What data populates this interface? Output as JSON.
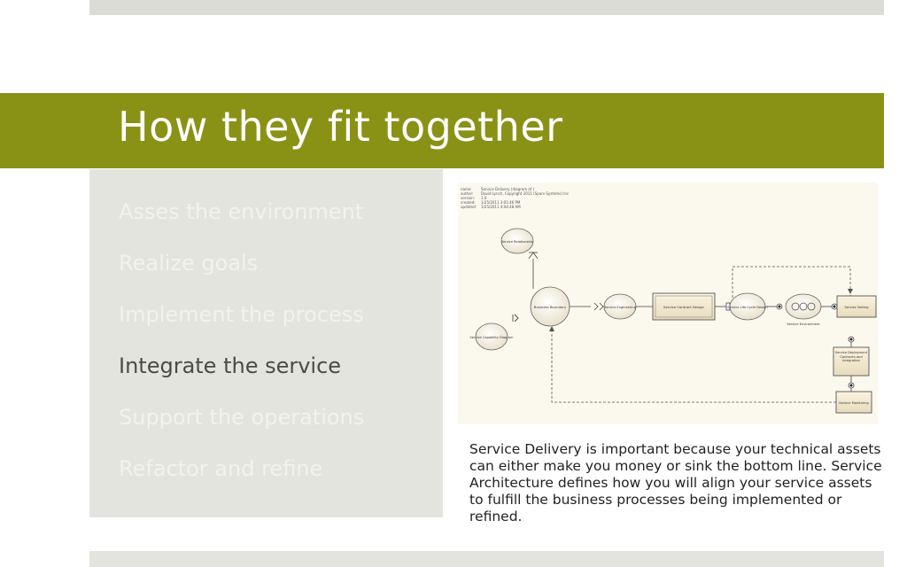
{
  "slide": {
    "title": "How they fit together"
  },
  "agenda": {
    "items": [
      {
        "label": "Asses the environment",
        "active": false
      },
      {
        "label": "Realize goals",
        "active": false
      },
      {
        "label": "Implement the process",
        "active": false
      },
      {
        "label": "Integrate the service",
        "active": true
      },
      {
        "label": "Support the operations",
        "active": false
      },
      {
        "label": "Refactor and refine",
        "active": false
      }
    ]
  },
  "diagram": {
    "header": {
      "keys": [
        "name:",
        "author:",
        "version:",
        "created:",
        "updated:"
      ],
      "values": [
        "Service Delivery (diagram of )",
        "David Lynch, Copyright 2011 (Sparx Systems) Inc",
        "1.0",
        "1/25/2011 3:01:46 PM",
        "1/25/2011 4:04:48 AM"
      ]
    },
    "labels": {
      "service_relationship": "Service Relationship",
      "business_boundary": "Business Boundary",
      "service_engineering": "Service Engineering",
      "service_capability": "Service Capability Diagram",
      "service_contract": "Service Contract Design",
      "service_deploy": "Service Life Cycle Design",
      "service_environment": "Service Environment",
      "service_testing": "Service Testing",
      "service_deployment": "Service Deployment Contracts and Integration",
      "service_monitoring": "Service Monitoring"
    }
  },
  "description": {
    "text": "Service Delivery is important because your technical assets can either make you money or sink the bottom line.  Service Architecture defines how you will align your service assets to fulfill the business processes being implemented or refined."
  }
}
